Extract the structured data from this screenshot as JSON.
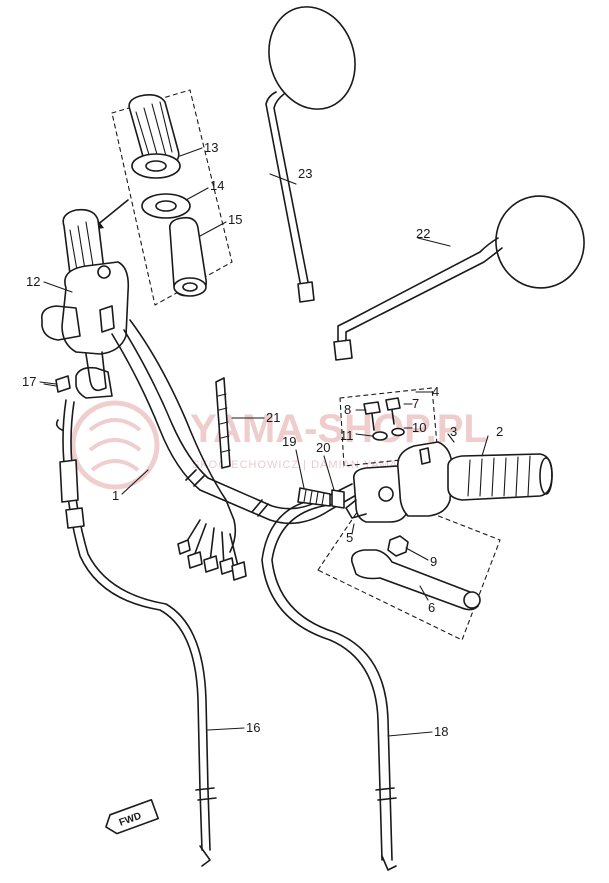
{
  "watermark": {
    "brand": "YAMA-SHOP.PL",
    "sub": "SKOCIECHOWICZ | DAMIAN YAMAHA",
    "color": "#e3a6a6"
  },
  "direction_badge": "FWD",
  "callouts": [
    {
      "id": "c1",
      "label": "1"
    },
    {
      "id": "c2",
      "label": "2"
    },
    {
      "id": "c3",
      "label": "3"
    },
    {
      "id": "c4",
      "label": "4"
    },
    {
      "id": "c5",
      "label": "5"
    },
    {
      "id": "c6",
      "label": "6"
    },
    {
      "id": "c7",
      "label": "7"
    },
    {
      "id": "c8",
      "label": "8"
    },
    {
      "id": "c9",
      "label": "9"
    },
    {
      "id": "c10",
      "label": "10"
    },
    {
      "id": "c11",
      "label": "11"
    },
    {
      "id": "c12",
      "label": "12"
    },
    {
      "id": "c13",
      "label": "13"
    },
    {
      "id": "c14",
      "label": "14"
    },
    {
      "id": "c15",
      "label": "15"
    },
    {
      "id": "c16",
      "label": "16"
    },
    {
      "id": "c17",
      "label": "17"
    },
    {
      "id": "c18",
      "label": "18"
    },
    {
      "id": "c19",
      "label": "19"
    },
    {
      "id": "c20",
      "label": "20"
    },
    {
      "id": "c21",
      "label": "21"
    },
    {
      "id": "c22",
      "label": "22"
    },
    {
      "id": "c23",
      "label": "23"
    }
  ]
}
